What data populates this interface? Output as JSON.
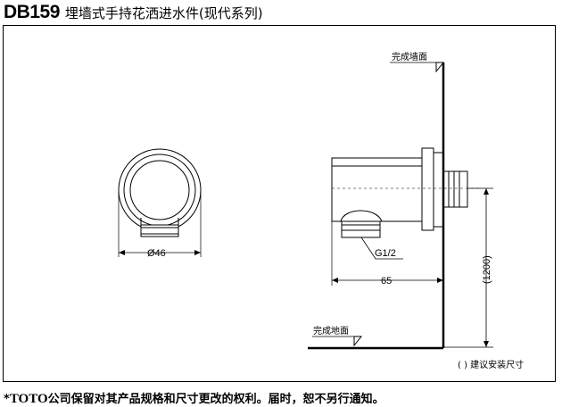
{
  "header": {
    "model_code": "DB159",
    "product_name": "埋墙式手持花洒进水件(现代系列)"
  },
  "drawing": {
    "front_view": {
      "diameter_label": "Ø46"
    },
    "side_view": {
      "wall_label": "完成墙面",
      "floor_label": "完成地面",
      "thread_label": "G1/2",
      "depth_label": "65",
      "height_label": "(1200)"
    },
    "note": "( ) 建议安装尺寸"
  },
  "footer": {
    "asterisk": "*",
    "brand": "TOTO",
    "disclaimer": "公司保留对其产品规格和尺寸更改的权利。届时，恕不另行通知。"
  }
}
